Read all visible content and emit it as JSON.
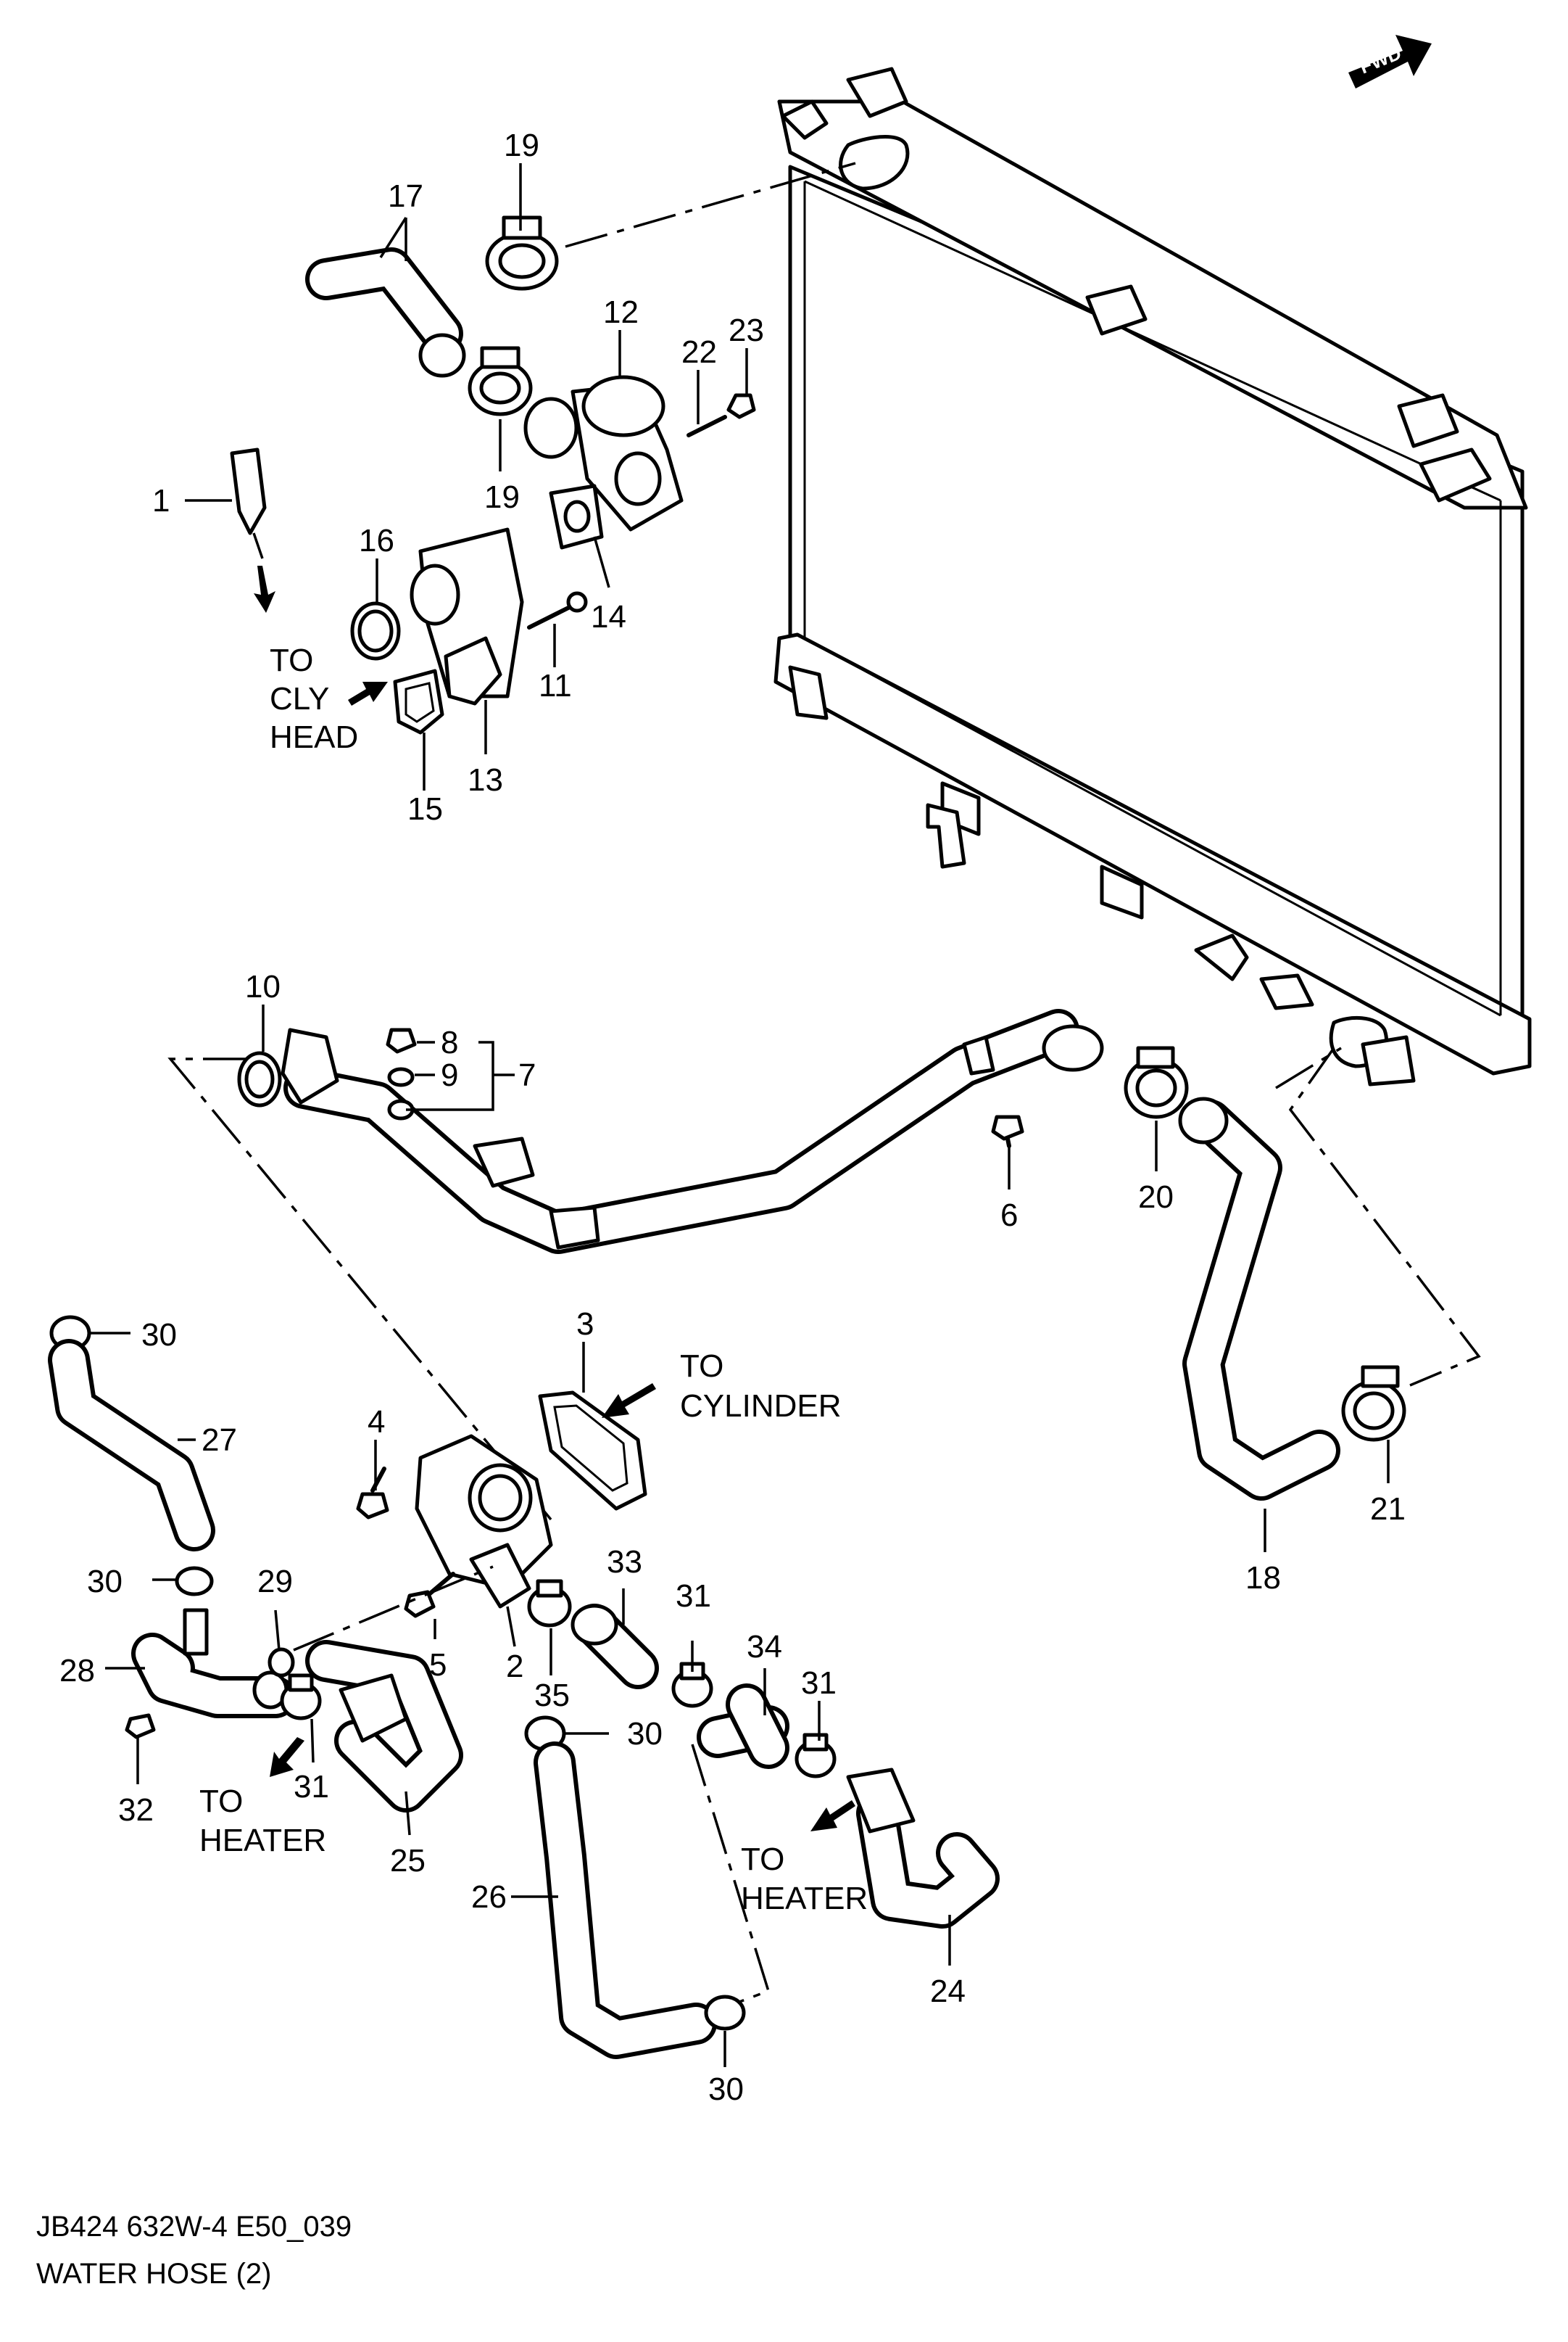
{
  "diagram": {
    "fwd_label": "FWD",
    "callouts": {
      "c1": "1",
      "c2": "2",
      "c3": "3",
      "c4": "4",
      "c5": "5",
      "c6": "6",
      "c7": "7",
      "c8": "8",
      "c9": "9",
      "c10": "10",
      "c11": "11",
      "c12": "12",
      "c13": "13",
      "c14": "14",
      "c15": "15",
      "c16": "16",
      "c17": "17",
      "c18": "18",
      "c19a": "19",
      "c19b": "19",
      "c20": "20",
      "c21": "21",
      "c22": "22",
      "c23": "23",
      "c24": "24",
      "c25": "25",
      "c26": "26",
      "c27": "27",
      "c28": "28",
      "c29": "29",
      "c30a": "30",
      "c30b": "30",
      "c30c": "30",
      "c30d": "30",
      "c31a": "31",
      "c31b": "31",
      "c31c": "31",
      "c32": "32",
      "c33": "33",
      "c34": "34",
      "c35": "35"
    },
    "notes": {
      "cly_head": [
        "TO",
        "CLY",
        "HEAD"
      ],
      "cylinder": [
        "TO",
        "CYLINDER"
      ],
      "heater_left": [
        "TO",
        "HEATER"
      ],
      "heater_right": [
        "TO",
        "HEATER"
      ]
    },
    "footer": {
      "code": "JB424 632W-4 E50_039",
      "title": "WATER HOSE (2)"
    }
  }
}
